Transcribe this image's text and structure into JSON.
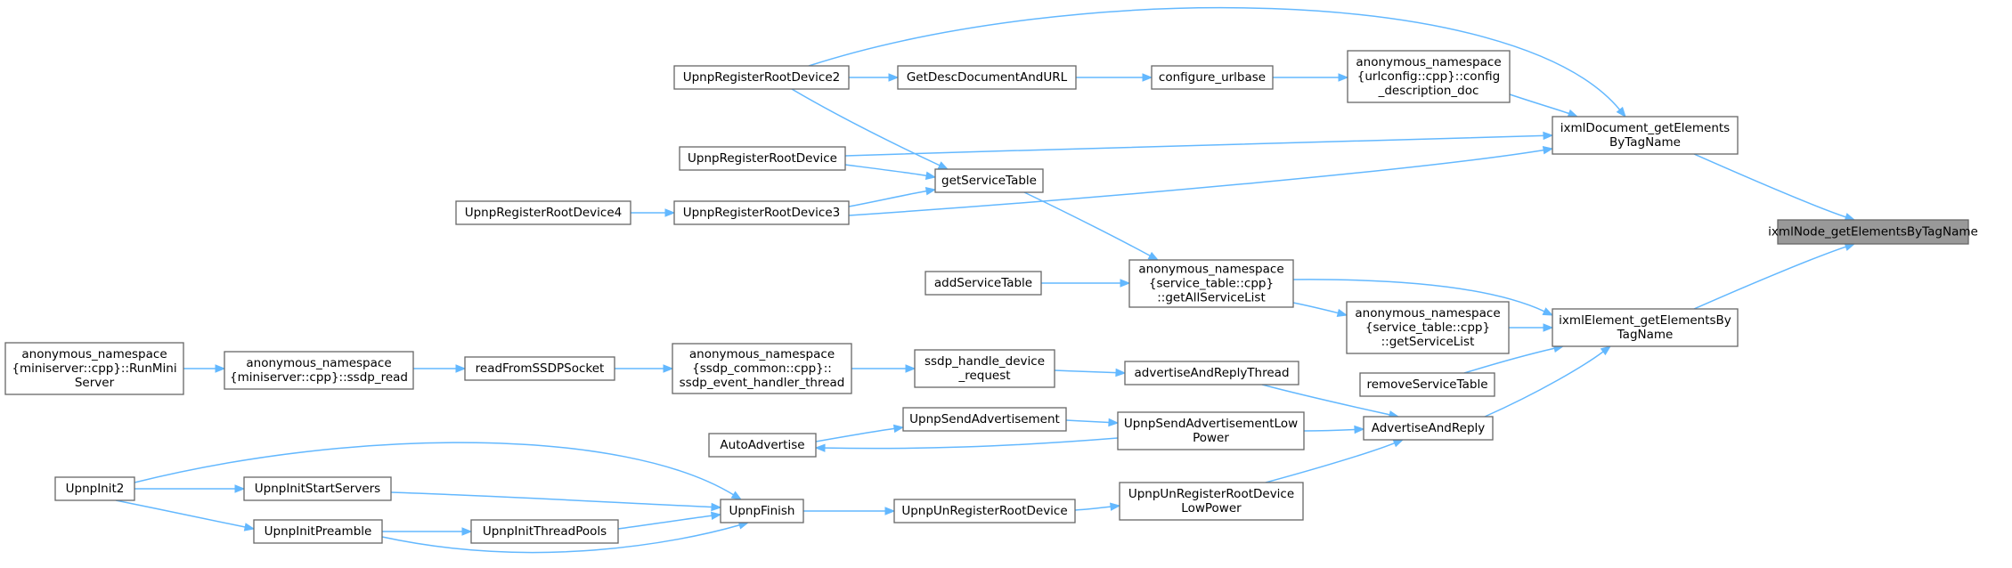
{
  "graph": {
    "direction": "right-to-left",
    "colors": {
      "edge": "#63b8ff",
      "node_border": "#666666",
      "root_fill": "#999999",
      "node_fill": "#ffffff"
    },
    "nodes": [
      {
        "id": "root",
        "lines": [
          "ixmlNode_getElementsByTagName"
        ],
        "root": true
      },
      {
        "id": "docGet",
        "lines": [
          "ixmlDocument_getElements",
          "ByTagName"
        ]
      },
      {
        "id": "elemGet",
        "lines": [
          "ixmlElement_getElementsBy",
          "TagName"
        ]
      },
      {
        "id": "cfgDesc",
        "lines": [
          "anonymous_namespace",
          "{urlconfig::cpp}::config",
          "_description_doc"
        ]
      },
      {
        "id": "cfgUrl",
        "lines": [
          "configure_urlbase"
        ]
      },
      {
        "id": "getDesc",
        "lines": [
          "GetDescDocumentAndURL"
        ]
      },
      {
        "id": "urrd2",
        "lines": [
          "UpnpRegisterRootDevice2"
        ]
      },
      {
        "id": "urrd",
        "lines": [
          "UpnpRegisterRootDevice"
        ]
      },
      {
        "id": "urrd3",
        "lines": [
          "UpnpRegisterRootDevice3"
        ]
      },
      {
        "id": "urrd4",
        "lines": [
          "UpnpRegisterRootDevice4"
        ]
      },
      {
        "id": "getST",
        "lines": [
          "getServiceTable"
        ]
      },
      {
        "id": "getAll",
        "lines": [
          "anonymous_namespace",
          "{service_table::cpp}",
          "::getAllServiceList"
        ]
      },
      {
        "id": "addST",
        "lines": [
          "addServiceTable"
        ]
      },
      {
        "id": "getSL",
        "lines": [
          "anonymous_namespace",
          "{service_table::cpp}",
          "::getServiceList"
        ]
      },
      {
        "id": "remST",
        "lines": [
          "removeServiceTable"
        ]
      },
      {
        "id": "adRep",
        "lines": [
          "AdvertiseAndReply"
        ]
      },
      {
        "id": "adRepT",
        "lines": [
          "advertiseAndReplyThread"
        ]
      },
      {
        "id": "ssdpHDR",
        "lines": [
          "ssdp_handle_device",
          "_request"
        ]
      },
      {
        "id": "ssdpEHT",
        "lines": [
          "anonymous_namespace",
          "{ssdp_common::cpp}::",
          "ssdp_event_handler_thread"
        ]
      },
      {
        "id": "readSock",
        "lines": [
          "readFromSSDPSocket"
        ]
      },
      {
        "id": "ssdpRead",
        "lines": [
          "anonymous_namespace",
          "{miniserver::cpp}::ssdp_read"
        ]
      },
      {
        "id": "runMini",
        "lines": [
          "anonymous_namespace",
          "{miniserver::cpp}::RunMini",
          "Server"
        ]
      },
      {
        "id": "usaLP",
        "lines": [
          "UpnpSendAdvertisementLow",
          "Power"
        ]
      },
      {
        "id": "usa",
        "lines": [
          "UpnpSendAdvertisement"
        ]
      },
      {
        "id": "autoAd",
        "lines": [
          "AutoAdvertise"
        ]
      },
      {
        "id": "uurdLP",
        "lines": [
          "UpnpUnRegisterRootDevice",
          "LowPower"
        ]
      },
      {
        "id": "uurd",
        "lines": [
          "UpnpUnRegisterRootDevice"
        ]
      },
      {
        "id": "finish",
        "lines": [
          "UpnpFinish"
        ]
      },
      {
        "id": "initSS",
        "lines": [
          "UpnpInitStartServers"
        ]
      },
      {
        "id": "initTP",
        "lines": [
          "UpnpInitThreadPools"
        ]
      },
      {
        "id": "initPre",
        "lines": [
          "UpnpInitPreamble"
        ]
      },
      {
        "id": "init2",
        "lines": [
          "UpnpInit2"
        ]
      }
    ],
    "edges": [
      {
        "from": "docGet",
        "to": "root"
      },
      {
        "from": "elemGet",
        "to": "root"
      },
      {
        "from": "cfgDesc",
        "to": "docGet"
      },
      {
        "from": "urrd2",
        "to": "docGet"
      },
      {
        "from": "urrd",
        "to": "docGet"
      },
      {
        "from": "urrd3",
        "to": "docGet"
      },
      {
        "from": "cfgUrl",
        "to": "cfgDesc"
      },
      {
        "from": "getDesc",
        "to": "cfgUrl"
      },
      {
        "from": "urrd2",
        "to": "getDesc"
      },
      {
        "from": "urrd2",
        "to": "getST"
      },
      {
        "from": "urrd",
        "to": "getST"
      },
      {
        "from": "urrd3",
        "to": "getST"
      },
      {
        "from": "urrd4",
        "to": "urrd3"
      },
      {
        "from": "getST",
        "to": "getAll"
      },
      {
        "from": "addST",
        "to": "getAll"
      },
      {
        "from": "getAll",
        "to": "elemGet"
      },
      {
        "from": "getSL",
        "to": "elemGet"
      },
      {
        "from": "getAll",
        "to": "getSL"
      },
      {
        "from": "remST",
        "to": "elemGet"
      },
      {
        "from": "adRep",
        "to": "elemGet"
      },
      {
        "from": "adRepT",
        "to": "adRep"
      },
      {
        "from": "usaLP",
        "to": "adRep"
      },
      {
        "from": "uurdLP",
        "to": "adRep"
      },
      {
        "from": "ssdpHDR",
        "to": "adRepT"
      },
      {
        "from": "ssdpEHT",
        "to": "ssdpHDR"
      },
      {
        "from": "readSock",
        "to": "ssdpEHT"
      },
      {
        "from": "ssdpRead",
        "to": "readSock"
      },
      {
        "from": "runMini",
        "to": "ssdpRead"
      },
      {
        "from": "usa",
        "to": "usaLP"
      },
      {
        "from": "autoAd",
        "to": "usa"
      },
      {
        "from": "usaLP",
        "to": "autoAd"
      },
      {
        "from": "uurd",
        "to": "uurdLP"
      },
      {
        "from": "finish",
        "to": "uurd"
      },
      {
        "from": "init2",
        "to": "finish"
      },
      {
        "from": "initSS",
        "to": "finish"
      },
      {
        "from": "initTP",
        "to": "finish"
      },
      {
        "from": "initPre",
        "to": "finish"
      },
      {
        "from": "init2",
        "to": "initSS"
      },
      {
        "from": "init2",
        "to": "initPre"
      },
      {
        "from": "initPre",
        "to": "initTP"
      }
    ]
  }
}
